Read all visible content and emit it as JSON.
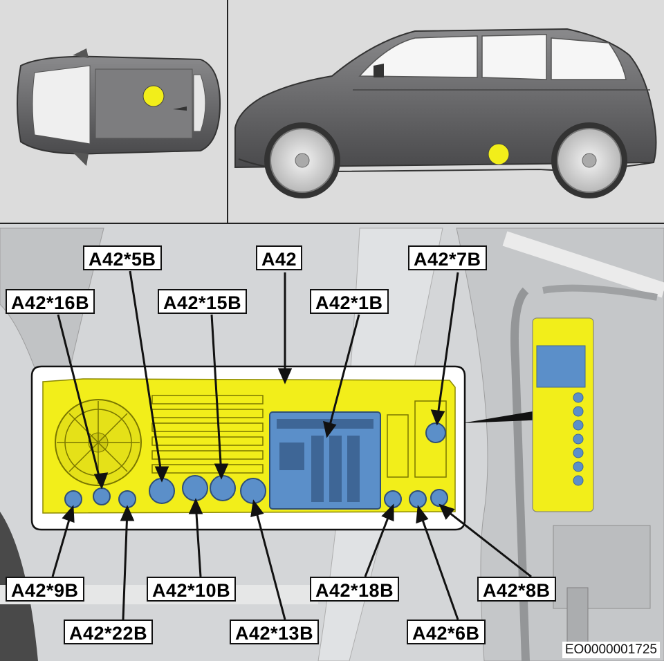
{
  "callouts": {
    "a42_5b": "A42*5B",
    "a42": "A42",
    "a42_7b": "A42*7B",
    "a42_16b": "A42*16B",
    "a42_15b": "A42*15B",
    "a42_1b": "A42*1B",
    "a42_9b": "A42*9B",
    "a42_10b": "A42*10B",
    "a42_18b": "A42*18B",
    "a42_8b": "A42*8B",
    "a42_22b": "A42*22B",
    "a42_13b": "A42*13B",
    "a42_6b": "A42*6B"
  },
  "reference_code": "EO0000001725",
  "colors": {
    "highlight_yellow": "#f2ee1a",
    "connector_blue": "#5b8fc9",
    "car_body": "#6e6e70",
    "background_gray": "#d4d6d8"
  }
}
